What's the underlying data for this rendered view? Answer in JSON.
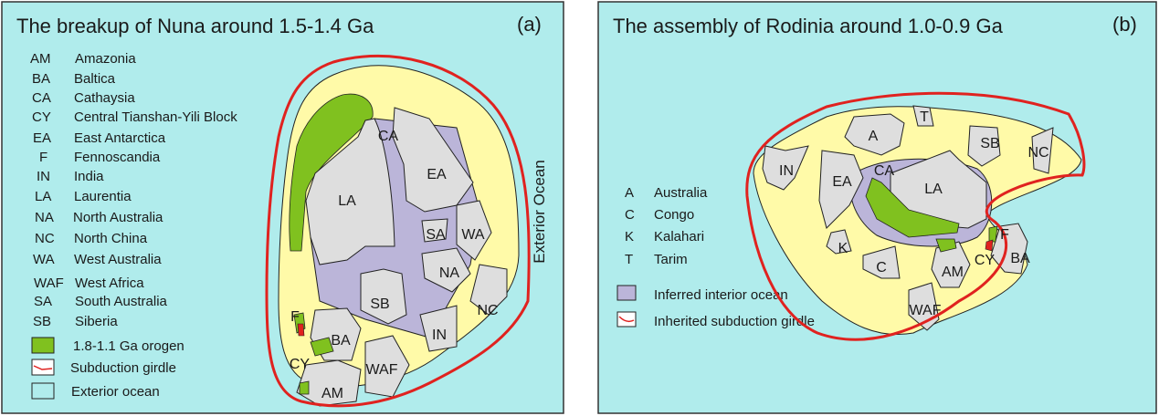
{
  "panel_a": {
    "title": "The breakup of Nuna around 1.5-1.4 Ga",
    "tag": "(a)",
    "legend": [
      {
        "abbr": "AM",
        "name": "Amazonia"
      },
      {
        "abbr": "BA",
        "name": "Baltica"
      },
      {
        "abbr": "CA",
        "name": "Cathaysia"
      },
      {
        "abbr": "CY",
        "name": "Central Tianshan-Yili Block"
      },
      {
        "abbr": "EA",
        "name": "East Antarctica"
      },
      {
        "abbr": "F",
        "name": "Fennoscandia"
      },
      {
        "abbr": "IN",
        "name": "India"
      },
      {
        "abbr": "LA",
        "name": "Laurentia"
      },
      {
        "abbr": "NA",
        "name": "North Australia"
      },
      {
        "abbr": "NC",
        "name": "North China"
      },
      {
        "abbr": "WA",
        "name": "West Australia"
      },
      {
        "abbr": "WAF",
        "name": "West Africa"
      },
      {
        "abbr": "SA",
        "name": "South Australia"
      },
      {
        "abbr": "SB",
        "name": "Siberia"
      }
    ],
    "symbols": {
      "orogen": "1.8-1.1 Ga orogen",
      "subduction": "Subduction girdle",
      "exterior": "Exterior ocean"
    },
    "ocean_label": "Exterior Ocean",
    "map_labels": {
      "CA": "CA",
      "EA": "EA",
      "LA": "LA",
      "SA": "SA",
      "WA": "WA",
      "NA": "NA",
      "NC": "NC",
      "SB": "SB",
      "IN": "IN",
      "BA": "BA",
      "WAF": "WAF",
      "AM": "AM",
      "F": "F",
      "CY": "CY"
    }
  },
  "panel_b": {
    "title": "The assembly of Rodinia around 1.0-0.9 Ga",
    "tag": "(b)",
    "legend": [
      {
        "abbr": "A",
        "name": "Australia"
      },
      {
        "abbr": "C",
        "name": "Congo"
      },
      {
        "abbr": "K",
        "name": "Kalahari"
      },
      {
        "abbr": "T",
        "name": "Tarim"
      }
    ],
    "symbols": {
      "interior": "Inferred interior ocean",
      "subduction": "Inherited subduction girdle"
    },
    "map_labels": {
      "IN": "IN",
      "A": "A",
      "T": "T",
      "SB": "SB",
      "NC": "NC",
      "EA": "EA",
      "CA": "CA",
      "LA": "LA",
      "K": "K",
      "C": "C",
      "AM": "AM",
      "CY": "CY",
      "F": "F",
      "BA": "BA",
      "WAF": "WAF"
    }
  },
  "colors": {
    "ocean": "#b0ecec",
    "continental_margin": "#fffaa8",
    "craton": "#dedede",
    "interior_ocean": "#bbb5d9",
    "orogen": "#80c11f",
    "subduction": "#e0221f"
  }
}
